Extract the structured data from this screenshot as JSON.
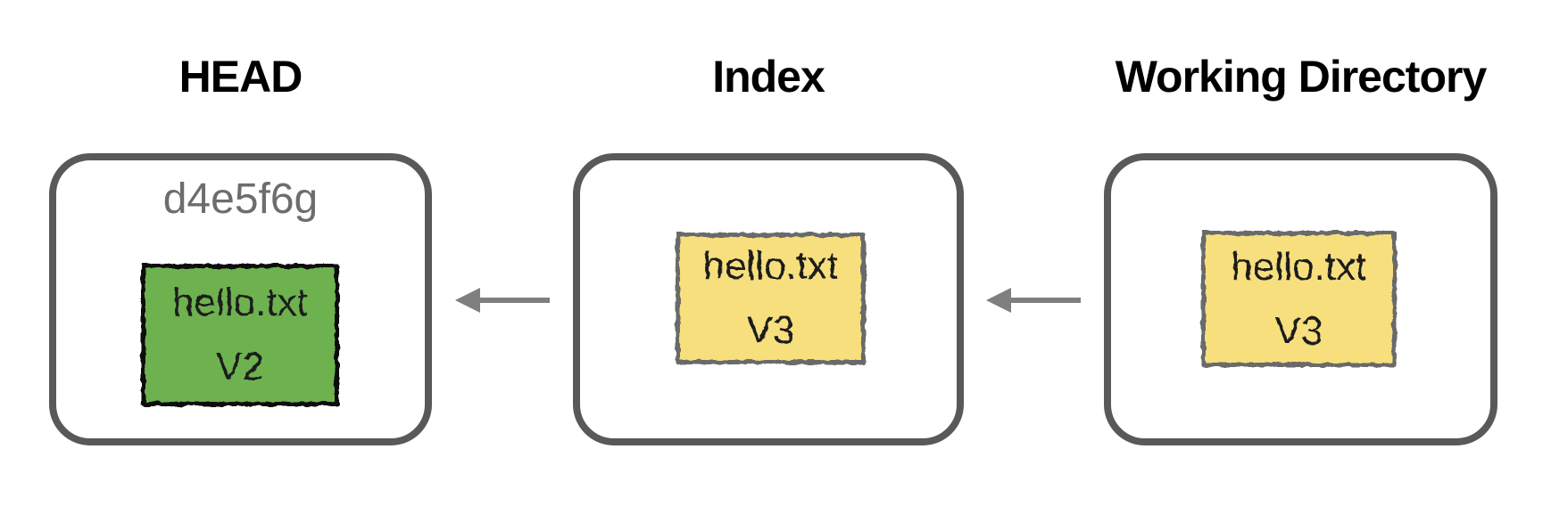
{
  "colors": {
    "outer_border": "#595959",
    "arrow": "#7f7f7f",
    "commit_text": "#6d6d6d",
    "title_text": "#000000",
    "file_text": "#1a1a1a",
    "green_fill": "#6db24f",
    "green_border": "#111111",
    "yellow_fill": "#f7df7e",
    "yellow_border": "#6b6b6b",
    "page_bg": "#ffffff"
  },
  "areas": [
    {
      "id": "head",
      "title": "HEAD",
      "commit_label": "d4e5f6g",
      "file": {
        "name": "hello.txt",
        "version": "V2",
        "fill": "green"
      }
    },
    {
      "id": "index",
      "title": "Index",
      "file": {
        "name": "hello.txt",
        "version": "V3",
        "fill": "yellow"
      }
    },
    {
      "id": "working-directory",
      "title": "Working Directory",
      "file": {
        "name": "hello.txt",
        "version": "V3",
        "fill": "yellow"
      }
    }
  ],
  "arrows": [
    {
      "id": "index-to-head",
      "from": "index",
      "to": "head",
      "direction": "left"
    },
    {
      "id": "working-directory-to-index",
      "from": "working-directory",
      "to": "index",
      "direction": "left"
    }
  ]
}
